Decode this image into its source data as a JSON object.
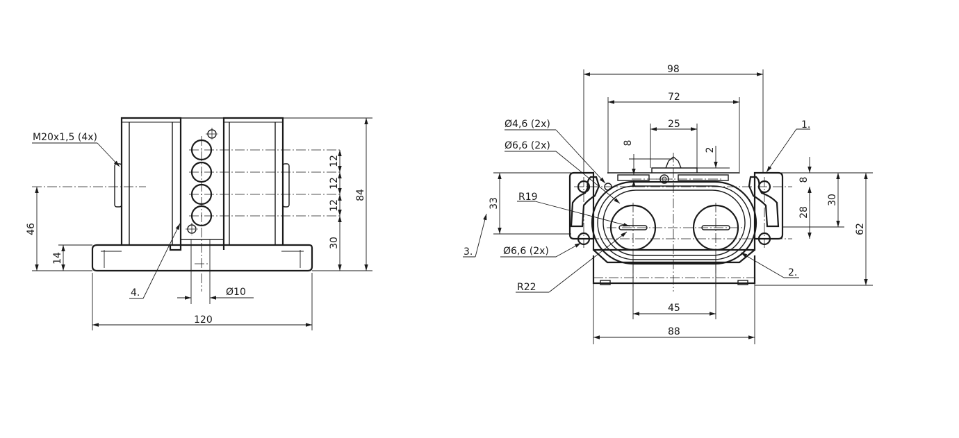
{
  "side_view": {
    "thread_label": "M20x1,5 (4x)",
    "dims": {
      "d12a": "12",
      "d12b": "12",
      "d12c": "12",
      "d84": "84",
      "d30": "30",
      "d46": "46",
      "d14": "14",
      "d120": "120",
      "dia10": "10"
    },
    "callout4": "4."
  },
  "front_view": {
    "dims": {
      "d98": "98",
      "d72": "72",
      "d25": "25",
      "d8top": "8",
      "d2": "2",
      "d8right": "8",
      "d30": "30",
      "d28": "28",
      "d62": "62",
      "d33": "33",
      "d45": "45",
      "d88": "88"
    },
    "hole_labels": {
      "dia46": "4,6 (2x)",
      "dia66_top": "6,6 (2x)",
      "dia66_bottom": "6,6 (2x)"
    },
    "radius_labels": {
      "r19": "R19",
      "r22": "R22"
    },
    "callouts": {
      "c1": "1.",
      "c2": "2.",
      "c3": "3."
    }
  },
  "symbols": {
    "diameter": "Ø"
  }
}
